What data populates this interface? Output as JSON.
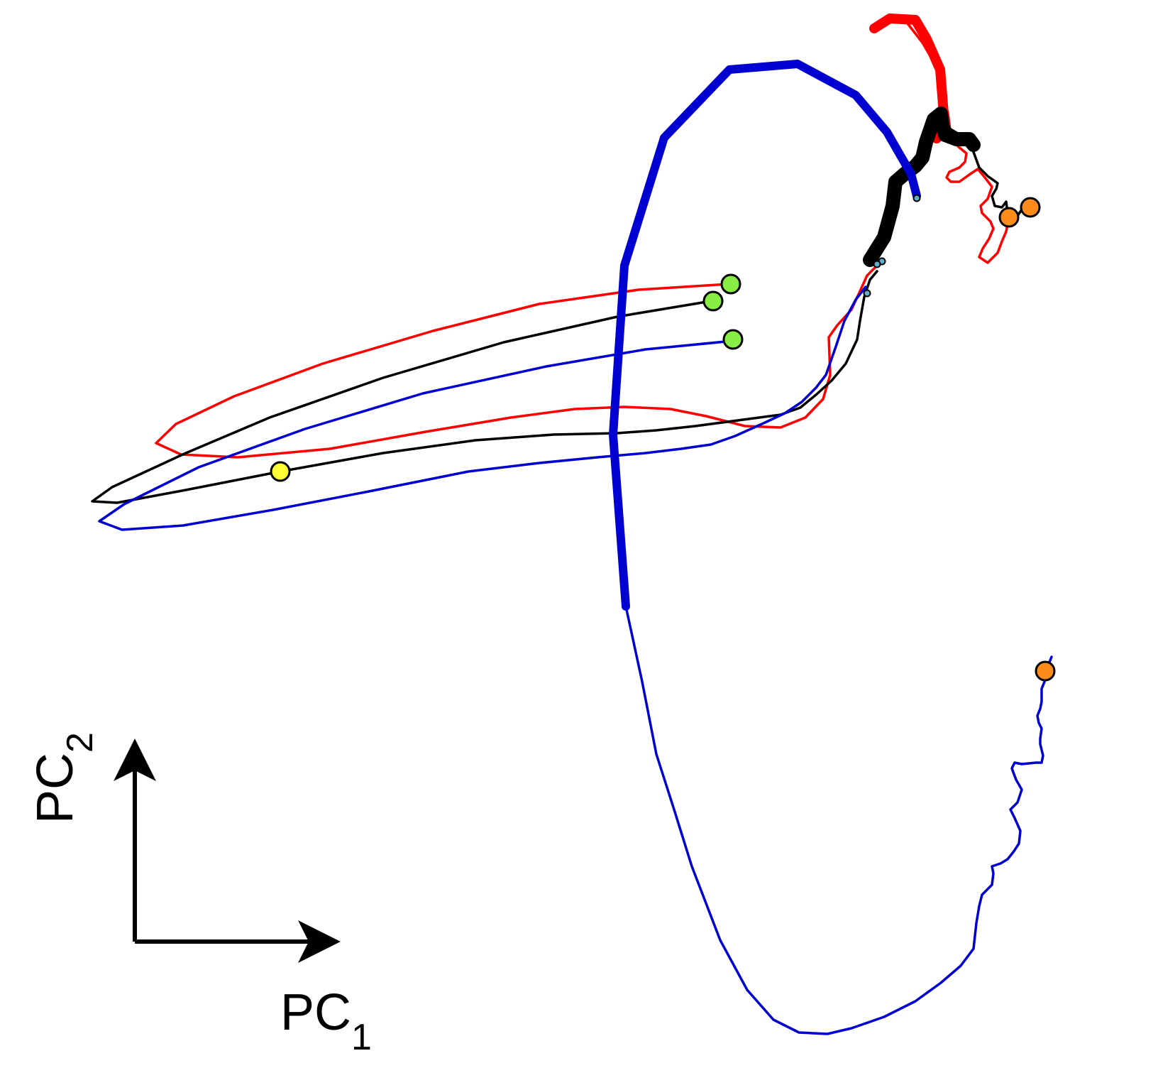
{
  "chart_data": {
    "type": "line",
    "title": "",
    "xlabel": "PC1",
    "ylabel": "PC2",
    "xlim": [
      0,
      1632
    ],
    "ylim": [
      0,
      1504
    ],
    "grid": false,
    "legend": "none",
    "axis_labels": {
      "x": {
        "main": "PC",
        "sub": "1"
      },
      "y": {
        "main": "PC",
        "sub": "2"
      }
    },
    "series": [
      {
        "color": "#ff0000",
        "thin": [
          [
            1027,
            400
          ],
          [
            900,
            408
          ],
          [
            760,
            428
          ],
          [
            610,
            466
          ],
          [
            455,
            512
          ],
          [
            330,
            558
          ],
          [
            248,
            597
          ],
          [
            220,
            624
          ],
          [
            255,
            640
          ],
          [
            335,
            644
          ],
          [
            465,
            632
          ],
          [
            600,
            608
          ],
          [
            720,
            588
          ],
          [
            810,
            576
          ],
          [
            880,
            573
          ],
          [
            945,
            576
          ],
          [
            995,
            586
          ],
          [
            1050,
            600
          ],
          [
            1100,
            602
          ],
          [
            1135,
            588
          ],
          [
            1160,
            562
          ],
          [
            1170,
            528
          ],
          [
            1168,
            475
          ],
          [
            1180,
            458
          ],
          [
            1200,
            436
          ],
          [
            1212,
            410
          ],
          [
            1222,
            388
          ],
          [
            1235,
            375
          ],
          [
            1243,
            368
          ]
        ],
        "thin_tail": [
          [
            1275,
            28
          ],
          [
            1300,
            60
          ],
          [
            1322,
            98
          ],
          [
            1336,
            160
          ],
          [
            1340,
            190
          ],
          [
            1350,
            206
          ],
          [
            1362,
            216
          ],
          [
            1360,
            228
          ],
          [
            1352,
            236
          ],
          [
            1338,
            242
          ],
          [
            1334,
            250
          ],
          [
            1340,
            256
          ],
          [
            1352,
            256
          ],
          [
            1366,
            246
          ],
          [
            1378,
            238
          ],
          [
            1388,
            250
          ],
          [
            1398,
            263
          ],
          [
            1392,
            280
          ],
          [
            1382,
            290
          ],
          [
            1384,
            300
          ],
          [
            1396,
            312
          ],
          [
            1400,
            322
          ],
          [
            1394,
            336
          ],
          [
            1385,
            350
          ],
          [
            1380,
            362
          ],
          [
            1392,
            370
          ],
          [
            1406,
            356
          ],
          [
            1412,
            340
          ],
          [
            1418,
            326
          ],
          [
            1422,
            306
          ],
          [
            1428,
            296
          ]
        ],
        "thick": [
          [
            1232,
            40
          ],
          [
            1254,
            26
          ],
          [
            1290,
            28
          ],
          [
            1306,
            55
          ],
          [
            1325,
            98
          ],
          [
            1330,
            160
          ],
          [
            1320,
            195
          ]
        ],
        "thick_width": 14,
        "end_markers": [
          [
            1030,
            400,
            "start"
          ],
          [
            1422,
            306,
            "end"
          ]
        ]
      },
      {
        "color": "#000000",
        "thin": [
          [
            1002,
            424
          ],
          [
            870,
            446
          ],
          [
            710,
            482
          ],
          [
            540,
            532
          ],
          [
            380,
            588
          ],
          [
            262,
            638
          ],
          [
            158,
            686
          ],
          [
            130,
            706
          ],
          [
            165,
            708
          ],
          [
            262,
            690
          ],
          [
            395,
            664
          ],
          [
            540,
            638
          ],
          [
            670,
            620
          ],
          [
            780,
            612
          ],
          [
            870,
            610
          ],
          [
            925,
            606
          ],
          [
            980,
            600
          ],
          [
            1040,
            592
          ],
          [
            1100,
            584
          ],
          [
            1128,
            574
          ],
          [
            1150,
            556
          ],
          [
            1172,
            536
          ],
          [
            1192,
            512
          ],
          [
            1208,
            478
          ],
          [
            1212,
            452
          ],
          [
            1218,
            418
          ],
          [
            1226,
            394
          ],
          [
            1236,
            382
          ]
        ],
        "thin_tail": [
          [
            1333,
            178
          ],
          [
            1350,
            188
          ],
          [
            1364,
            200
          ],
          [
            1372,
            214
          ],
          [
            1380,
            236
          ],
          [
            1392,
            248
          ],
          [
            1406,
            258
          ],
          [
            1404,
            266
          ],
          [
            1398,
            276
          ],
          [
            1402,
            290
          ],
          [
            1412,
            292
          ],
          [
            1418,
            284
          ],
          [
            1420,
            300
          ],
          [
            1418,
            318
          ],
          [
            1424,
            318
          ],
          [
            1434,
            304
          ],
          [
            1442,
            292
          ],
          [
            1446,
            286
          ],
          [
            1454,
            290
          ]
        ],
        "thick": [
          [
            1226,
            366
          ],
          [
            1246,
            334
          ],
          [
            1258,
            290
          ],
          [
            1262,
            256
          ],
          [
            1276,
            244
          ],
          [
            1290,
            234
          ],
          [
            1300,
            222
          ],
          [
            1305,
            200
          ],
          [
            1316,
            168
          ],
          [
            1326,
            160
          ],
          [
            1328,
            176
          ],
          [
            1332,
            190
          ],
          [
            1348,
            196
          ],
          [
            1366,
            196
          ],
          [
            1372,
            204
          ]
        ],
        "thick_width": 20,
        "end_markers": [
          [
            1005,
            424,
            "start"
          ],
          [
            1452,
            292,
            "end"
          ]
        ]
      },
      {
        "color": "#0000d0",
        "thin": [
          [
            1033,
            480
          ],
          [
            910,
            492
          ],
          [
            770,
            516
          ],
          [
            596,
            554
          ],
          [
            430,
            604
          ],
          [
            280,
            658
          ],
          [
            175,
            710
          ],
          [
            140,
            734
          ],
          [
            172,
            746
          ],
          [
            258,
            740
          ],
          [
            385,
            718
          ],
          [
            520,
            692
          ],
          [
            660,
            664
          ],
          [
            760,
            652
          ],
          [
            842,
            644
          ],
          [
            910,
            638
          ],
          [
            960,
            632
          ],
          [
            1002,
            626
          ],
          [
            1036,
            614
          ],
          [
            1076,
            596
          ],
          [
            1106,
            582
          ],
          [
            1130,
            566
          ],
          [
            1150,
            546
          ],
          [
            1164,
            528
          ],
          [
            1178,
            488
          ],
          [
            1190,
            452
          ],
          [
            1206,
            422
          ],
          [
            1220,
            404
          ]
        ],
        "thin_tail": [
          [
            882,
            854
          ],
          [
            905,
            960
          ],
          [
            925,
            1062
          ],
          [
            950,
            1140
          ],
          [
            975,
            1220
          ],
          [
            1015,
            1324
          ],
          [
            1053,
            1394
          ],
          [
            1090,
            1436
          ],
          [
            1126,
            1454
          ],
          [
            1166,
            1456
          ],
          [
            1200,
            1448
          ],
          [
            1246,
            1432
          ],
          [
            1290,
            1410
          ],
          [
            1326,
            1384
          ],
          [
            1354,
            1360
          ],
          [
            1372,
            1336
          ],
          [
            1376,
            1300
          ],
          [
            1380,
            1276
          ],
          [
            1384,
            1260
          ],
          [
            1398,
            1246
          ],
          [
            1400,
            1230
          ],
          [
            1398,
            1220
          ],
          [
            1410,
            1216
          ],
          [
            1420,
            1210
          ],
          [
            1428,
            1200
          ],
          [
            1436,
            1188
          ],
          [
            1438,
            1170
          ],
          [
            1430,
            1152
          ],
          [
            1424,
            1140
          ],
          [
            1434,
            1130
          ],
          [
            1440,
            1112
          ],
          [
            1432,
            1098
          ],
          [
            1426,
            1082
          ],
          [
            1430,
            1074
          ],
          [
            1440,
            1076
          ],
          [
            1460,
            1074
          ],
          [
            1468,
            1074
          ],
          [
            1470,
            1064
          ],
          [
            1466,
            1048
          ],
          [
            1466,
            1040
          ],
          [
            1468,
            1026
          ],
          [
            1464,
            1018
          ],
          [
            1462,
            1008
          ],
          [
            1466,
            998
          ],
          [
            1468,
            988
          ],
          [
            1468,
            978
          ],
          [
            1468,
            970
          ],
          [
            1472,
            960
          ],
          [
            1476,
            940
          ],
          [
            1482,
            925
          ]
        ],
        "thick": [
          [
            882,
            854
          ],
          [
            864,
            612
          ],
          [
            880,
            374
          ],
          [
            936,
            194
          ],
          [
            1028,
            98
          ],
          [
            1124,
            90
          ],
          [
            1206,
            134
          ],
          [
            1250,
            186
          ],
          [
            1284,
            245
          ],
          [
            1290,
            268
          ],
          [
            1292,
            276
          ]
        ],
        "thick_width": 12,
        "end_markers": [
          [
            1033,
            480,
            "start"
          ],
          [
            1482,
            945,
            "end"
          ]
        ]
      }
    ],
    "markers": [
      {
        "kind": "start",
        "color": "#88ee44",
        "x": 1030,
        "y": 400
      },
      {
        "kind": "start",
        "color": "#88ee44",
        "x": 1005,
        "y": 424
      },
      {
        "kind": "start",
        "color": "#88ee44",
        "x": 1033,
        "y": 478
      },
      {
        "kind": "mid",
        "color": "#ffff33",
        "x": 395,
        "y": 664
      },
      {
        "kind": "end",
        "color": "#ff8c1a",
        "x": 1452,
        "y": 292
      },
      {
        "kind": "end",
        "color": "#ff8c1a",
        "x": 1422,
        "y": 306
      },
      {
        "kind": "end",
        "color": "#ff8c1a",
        "x": 1473,
        "y": 945
      },
      {
        "kind": "dot",
        "color": "#5fb0c8",
        "x": 1243,
        "y": 368
      },
      {
        "kind": "dot",
        "color": "#5fb0c8",
        "x": 1236,
        "y": 372
      },
      {
        "kind": "dot",
        "color": "#5fb0c8",
        "x": 1222,
        "y": 413
      },
      {
        "kind": "dot",
        "color": "#5fb0c8",
        "x": 1292,
        "y": 279
      }
    ]
  }
}
